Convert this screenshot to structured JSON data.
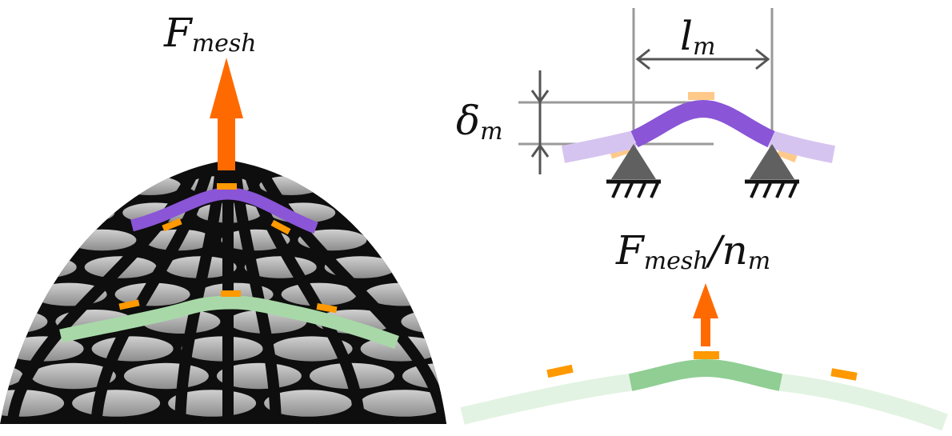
{
  "labels": {
    "force_symbol": "F",
    "force_subscript": "mesh",
    "span_symbol": "l",
    "span_subscript": "m",
    "deflection_symbol": "δ",
    "deflection_subscript": "m",
    "per_unit_force_symbol": "F",
    "per_unit_force_subscript": "mesh",
    "per_unit_divider": "/n",
    "per_unit_divider_subscript": "m"
  },
  "colors": {
    "force_arrow": "#ff6a00",
    "strain_marker": "#ff9900",
    "strain_marker_faded": "#ffc98a",
    "purple_beam": "#8a55d6",
    "purple_beam_faded": "#d6c4f0",
    "green_beam": "#a8d8a8",
    "green_beam_center": "#90ce93",
    "green_beam_faded": "#e3f3e3",
    "support": "#606060",
    "dimension_lines": "#9a9a9a",
    "dimension_arrows": "#555555",
    "mesh_dark": "#0e0e0e",
    "mesh_cell": "#b5b5b5"
  },
  "icons": {
    "force_arrow": "arrow-up-icon",
    "support": "pin-support-icon"
  }
}
